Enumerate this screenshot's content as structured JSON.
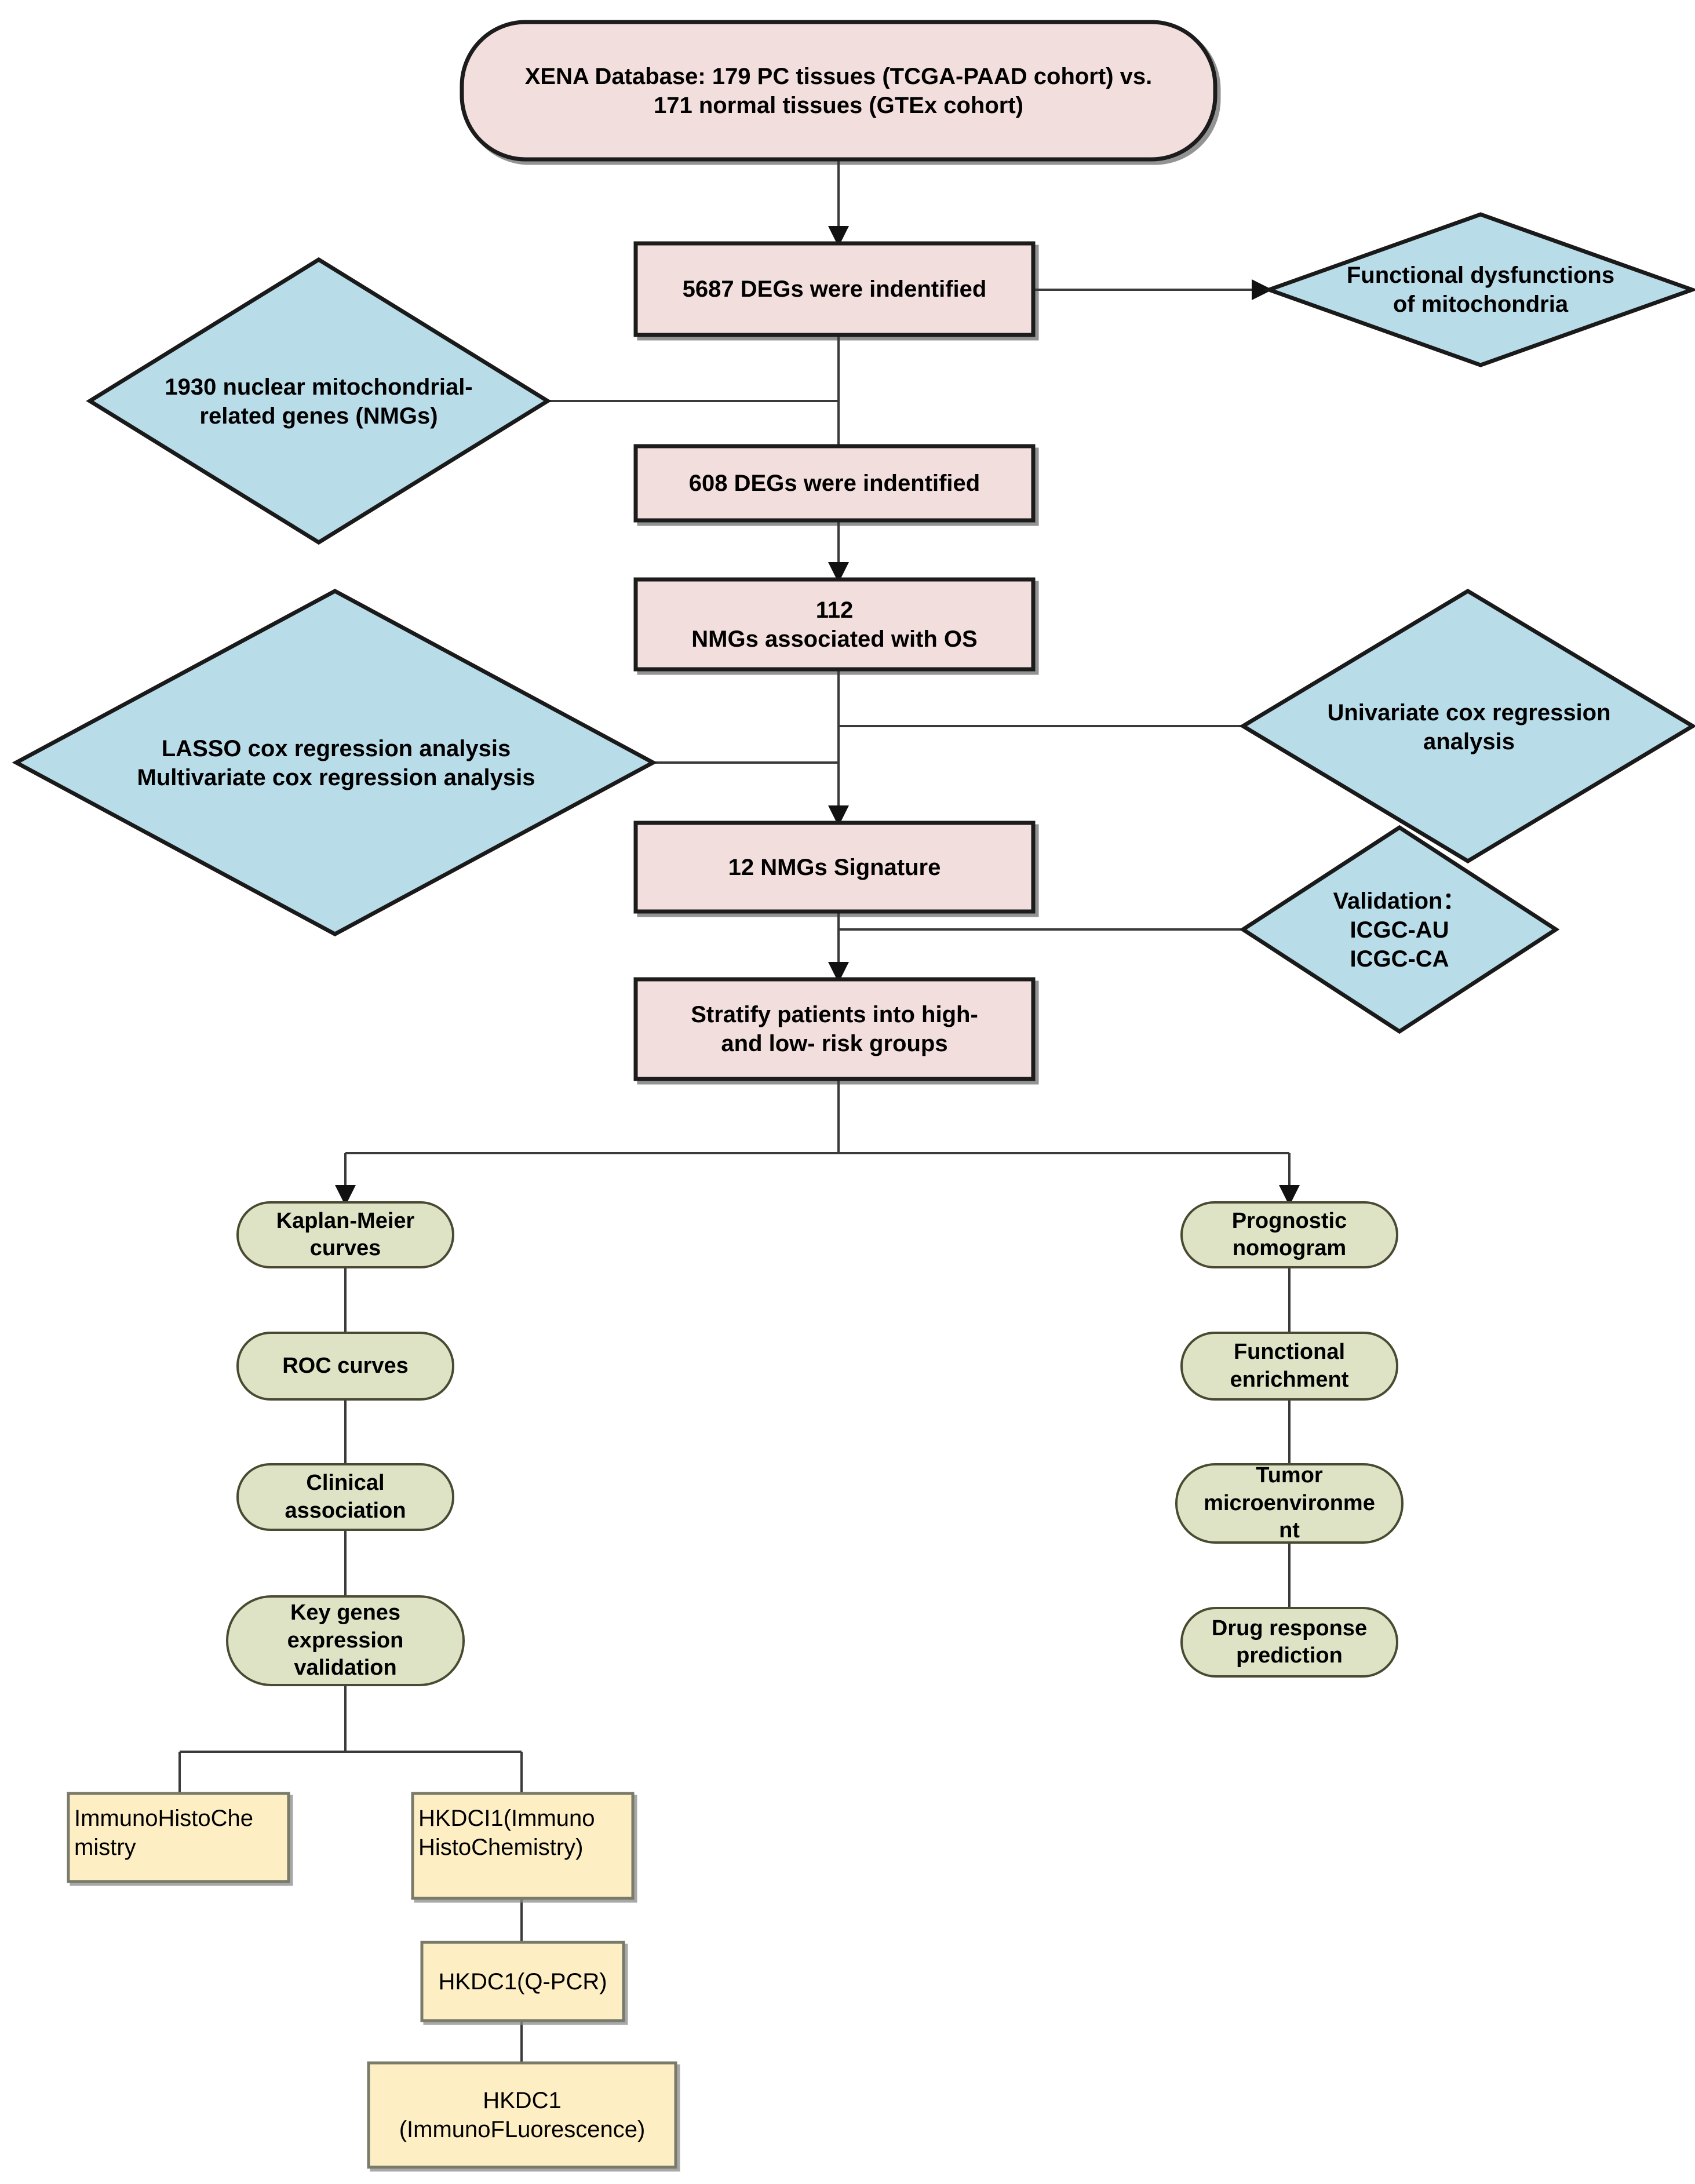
{
  "diagram": {
    "title": "Study workflow flowchart",
    "colors": {
      "pink_fill": "#f2dedc",
      "pink_stroke": "#1a1a1a",
      "blue_fill": "#b9dce9",
      "blue_stroke": "#1a1a1a",
      "green_fill": "#dde3c4",
      "green_stroke": "#4a4a32",
      "yellow_fill": "#fdeec3",
      "yellow_stroke": "#7a7a6a",
      "connector": "#3a3a3a",
      "background": "#ffffff"
    },
    "nodes": {
      "source": {
        "label": "XENA Database: 179 PC tissues (TCGA-PAAD cohort) vs.\n171  normal tissues (GTEx cohort)"
      },
      "degs_5687": {
        "label": "5687 DEGs were indentified"
      },
      "dysfunction": {
        "label": "Functional dysfunctions\nof mitochondria"
      },
      "nmg_1930": {
        "label": "1930 nuclear mitochondrial-\nrelated genes (NMGs)"
      },
      "degs_608": {
        "label": "608 DEGs were indentified"
      },
      "nmgs_112": {
        "label": "112\nNMGs associated with OS"
      },
      "lasso": {
        "label": "LASSO cox regression analysis\nMultivariate cox regression analysis"
      },
      "univariate": {
        "label": "Univariate cox regression\nanalysis"
      },
      "signature_12": {
        "label": "12 NMGs Signature"
      },
      "validation": {
        "label": "Validation：\nICGC-AU\nICGC-CA"
      },
      "stratify": {
        "label": "Stratify patients into high-\nand low- risk groups"
      },
      "km_curves": {
        "label": "Kaplan-Meier\ncurves"
      },
      "roc_curves": {
        "label": "ROC curves"
      },
      "clinical": {
        "label": "Clinical\nassociation"
      },
      "key_genes": {
        "label": "Key genes\nexpression\nvalidation"
      },
      "nomogram": {
        "label": "Prognostic\nnomogram"
      },
      "enrichment": {
        "label": "Functional\nenrichment"
      },
      "tme": {
        "label": "Tumor\nmicroenvironme\nnt"
      },
      "drug": {
        "label": "Drug response\nprediction"
      },
      "ihc": {
        "label": "ImmunoHistoChe\nmistry"
      },
      "hkdci1_ihc": {
        "label": "HKDCI1(Immuno\nHistoChemistry)"
      },
      "hkdc1_qpcr": {
        "label": "HKDC1(Q-PCR)"
      },
      "hkdc1_if": {
        "label": "HKDC1\n(ImmunoFLuorescence)"
      }
    }
  }
}
